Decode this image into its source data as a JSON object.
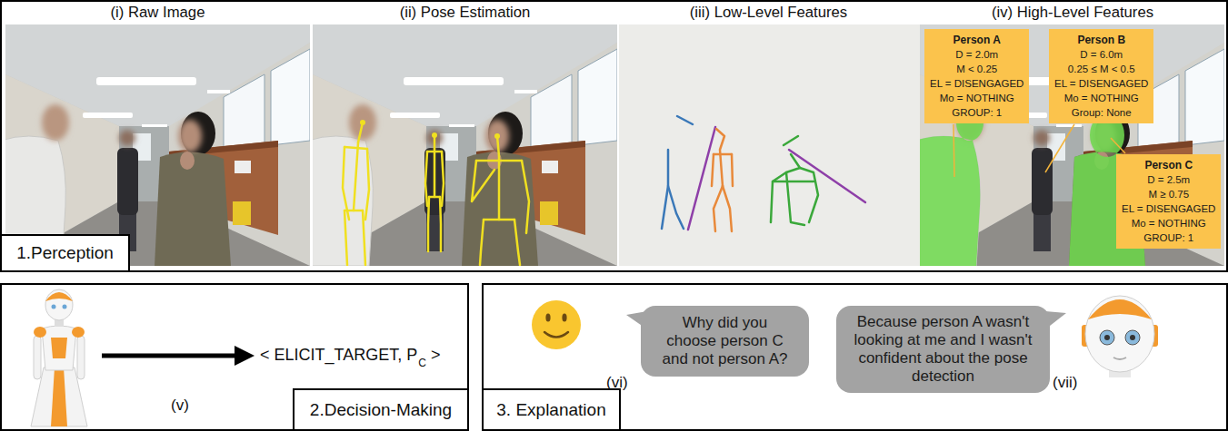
{
  "diagram": {
    "nodes": [
      {
        "text": [
          "1.Perception"
        ]
      },
      {
        "text": [
          "(i) Raw Image"
        ],
        "in": 0
      },
      {
        "text": [
          "(ii) Pose Estimation"
        ],
        "in": 0
      },
      {
        "text": [
          "(iii) Low-Level Features"
        ],
        "in": 0
      },
      {
        "text": [
          "(iv) High-Level Features"
        ],
        "in": 0
      },
      {
        "text": [
          "Person A",
          "D = 2.0m",
          "M < 0.25",
          "EL = DISENGAGED",
          "Mo = NOTHING",
          "GROUP: 1"
        ],
        "in": 4
      },
      {
        "text": [
          "Person B",
          "D = 6.0m",
          "0.25 ≤ M < 0.5",
          "EL = DISENGAGED",
          "Mo = NOTHING",
          "Group: None"
        ],
        "in": 4
      },
      {
        "text": [
          "Person C",
          "D = 2.5m",
          "M ≥ 0.75",
          "EL = DISENGAGED",
          "Mo = NOTHING",
          "GROUP: 1"
        ],
        "in": 4
      },
      {
        "text": [
          "2.Decision-Making"
        ]
      },
      {
        "text": [
          "3. Explanation"
        ]
      },
      {
        "text": [
          "Why did you choose person C and not person A?"
        ],
        "in": 9
      },
      {
        "text": [
          "Because person A wasn't looking at me and I wasn't confident about the pose detection"
        ],
        "in": 9
      }
    ],
    "labels": [
      "< ELICIT_TARGET, P",
      "C",
      ">",
      "(v)",
      "(vi)",
      "(vii)"
    ]
  }
}
